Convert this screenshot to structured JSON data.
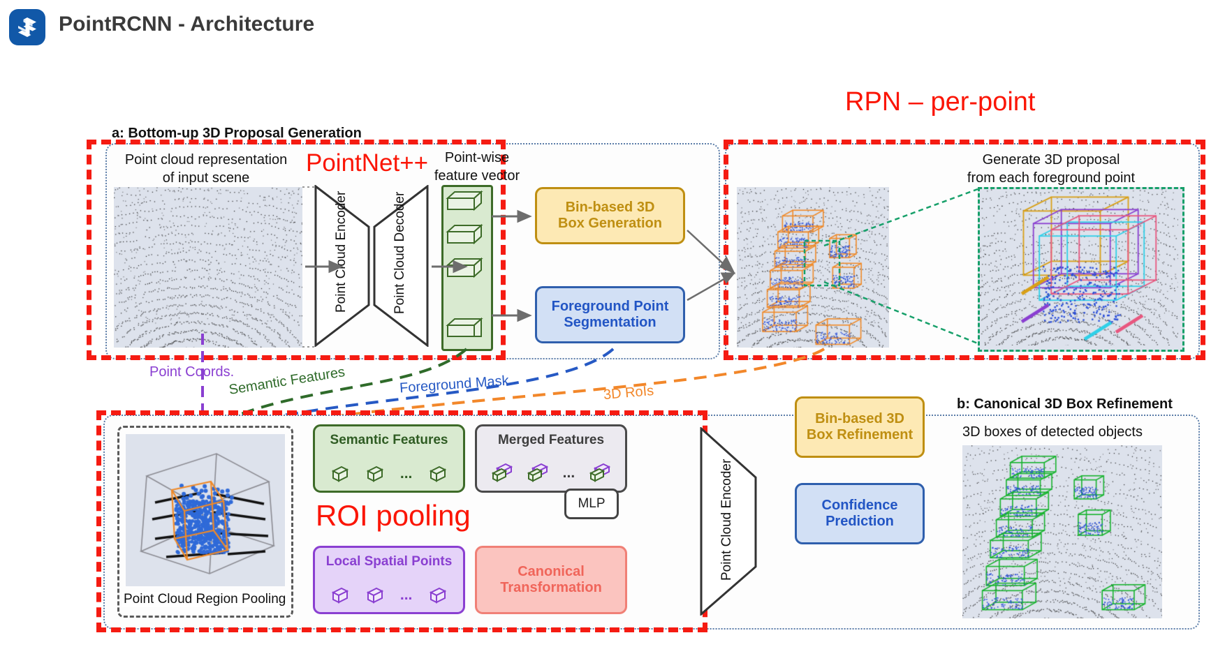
{
  "header": {
    "logo_icon": "stacked-s-logo",
    "title": "PointRCNN - Architecture"
  },
  "annotations": {
    "rpn_label": "RPN – per-point",
    "roi_pooling_label": "ROI pooling",
    "pointnet_label": "PointNet++"
  },
  "stage_a": {
    "caption": "a: Bottom-up 3D Proposal Generation",
    "input_caption_line1": "Point cloud representation",
    "input_caption_line2": "of input scene",
    "featvec_caption_line1": "Point-wise",
    "featvec_caption_line2": "feature vector",
    "encoder_label": "Point Cloud Encoder",
    "decoder_label": "Point Cloud Decoder",
    "box_generation_line1": "Bin-based 3D",
    "box_generation_line2": "Box Generation",
    "segmentation_line1": "Foreground Point",
    "segmentation_line2": "Segmentation",
    "proposal_caption_line1": "Generate 3D proposal",
    "proposal_caption_line2": "from each foreground point"
  },
  "connectors": [
    {
      "label": "Point Coords.",
      "color": "#8a3fd1"
    },
    {
      "label": "Semantic Features",
      "color": "#2f6b2a"
    },
    {
      "label": "Foreground Mask",
      "color": "#2659c4"
    },
    {
      "label": "3D RoIs",
      "color": "#f2872a"
    }
  ],
  "stage_b": {
    "caption": "b: Canonical 3D Box Refinement",
    "region_pooling_label": "Point Cloud Region Pooling",
    "semantic_features_label": "Semantic Features",
    "merged_features_label": "Merged Features",
    "local_spatial_points_label": "Local Spatial Points",
    "canonical_line1": "Canonical",
    "canonical_line2": "Transformation",
    "mlp_label": "MLP",
    "encoder_label": "Point Cloud Encoder",
    "box_refinement_line1": "Bin-based 3D",
    "box_refinement_line2": "Box Refinement",
    "confidence_line1": "Confidence",
    "confidence_line2": "Prediction",
    "output_caption": "3D boxes of detected objects",
    "ellipsis": "..."
  },
  "colors": {
    "highlight_red": "#f51b12",
    "panel_border": "#5a7ca8",
    "yellow_box": "#fde9b4",
    "blue_box": "#d2e0f5",
    "green_box": "#d9ead0",
    "purple_box": "#e5d3f9",
    "red_box": "#fbc4bf",
    "grey_box": "#eceaf0",
    "logo_blue": "#1158a8"
  }
}
